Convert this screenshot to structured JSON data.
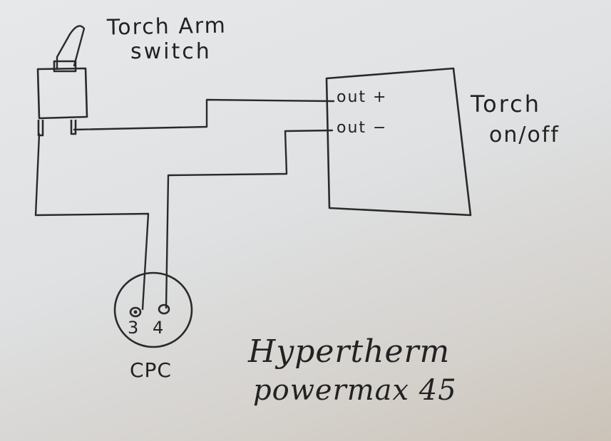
{
  "switch": {
    "title_line1": "Torch Arm",
    "title_line2": "switch"
  },
  "module": {
    "terminal_plus": "out +",
    "terminal_minus": "out −",
    "title_line1": "Torch",
    "title_line2": "on/off"
  },
  "connector": {
    "pin_a": "3",
    "pin_b": "4",
    "name": "CPC"
  },
  "caption": {
    "line1": "Hypertherm",
    "line2": "powermax 45"
  },
  "colors": {
    "ink": "#2a2a2a",
    "paper": "#e1e3e5"
  }
}
